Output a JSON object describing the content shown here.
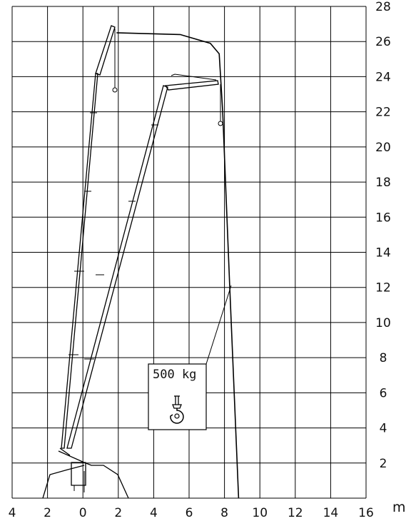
{
  "chart_data": {
    "type": "load-chart",
    "x_ticks": [
      "4",
      "2",
      "0",
      "2",
      "4",
      "6",
      "8",
      "10",
      "12",
      "14",
      "16"
    ],
    "x_unit": "m",
    "y_ticks": [
      "2",
      "4",
      "6",
      "8",
      "10",
      "12",
      "14",
      "16",
      "18",
      "20",
      "22",
      "24",
      "26",
      "28"
    ],
    "x_range": [
      -4,
      16
    ],
    "y_range": [
      0,
      28
    ],
    "grid": true,
    "load_label": "500  kg",
    "working_envelope": [
      {
        "x": 1.9,
        "y": 26.5
      },
      {
        "x": 5.5,
        "y": 26.4
      },
      {
        "x": 7.2,
        "y": 25.9
      },
      {
        "x": 7.7,
        "y": 25.3
      },
      {
        "x": 7.9,
        "y": 22.0
      },
      {
        "x": 8.3,
        "y": 12.0
      },
      {
        "x": 8.8,
        "y": 0
      }
    ]
  },
  "icons": {
    "hook": "crane-hook-icon"
  }
}
